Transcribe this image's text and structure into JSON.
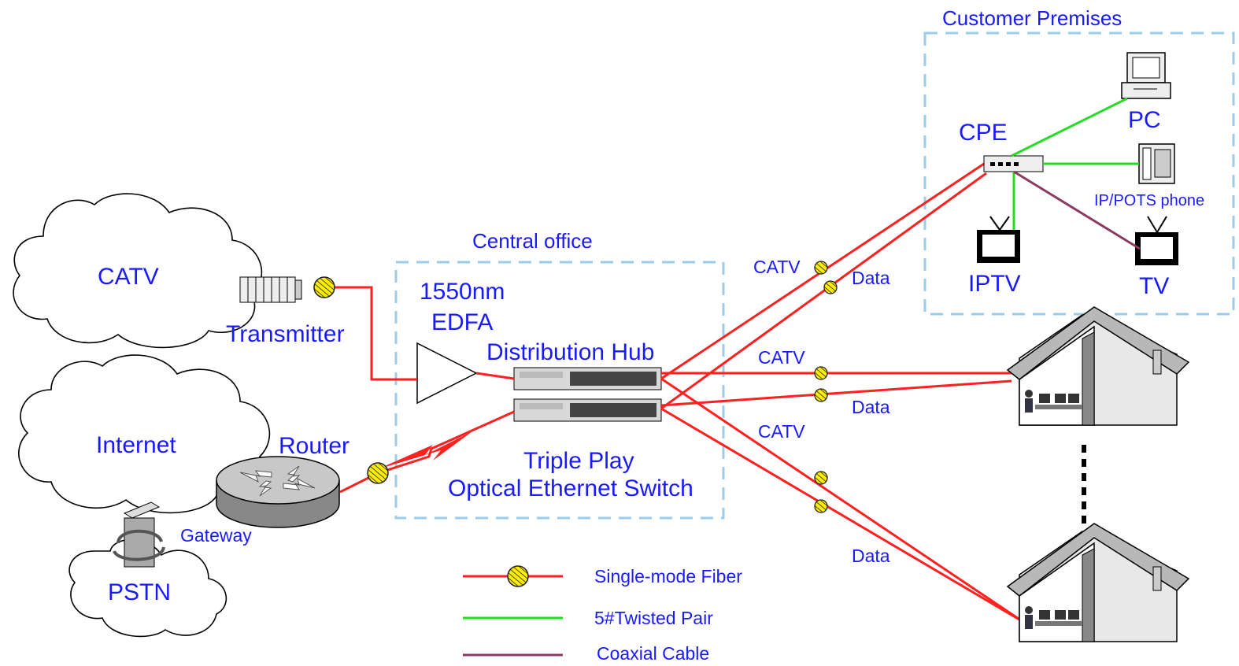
{
  "labels": {
    "customer_premises": "Customer Premises",
    "central_office": "Central office",
    "cpe": "CPE",
    "pc": "PC",
    "phone": "IP/POTS phone",
    "iptv": "IPTV",
    "tv": "TV",
    "catv_cloud": "CATV",
    "transmitter": "Transmitter",
    "internet_cloud": "Internet",
    "router": "Router",
    "gateway": "Gateway",
    "pstn_cloud": "PSTN",
    "edfa_line1": "1550nm",
    "edfa_line2": "EDFA",
    "distribution_hub": "Distribution Hub",
    "switch_line1": "Triple Play",
    "switch_line2": "Optical Ethernet Switch",
    "catv_1": "CATV",
    "data_1": "Data",
    "catv_2": "CATV",
    "data_2": "Data",
    "catv_3": "CATV",
    "data_3": "Data"
  },
  "legend": [
    {
      "label": "Single-mode Fiber",
      "color": "#ff2020"
    },
    {
      "label": "5#Twisted Pair",
      "color": "#22dd22"
    },
    {
      "label": "Coaxial Cable",
      "color": "#8b3a62"
    }
  ],
  "colors": {
    "text": "#1a1aff",
    "fiber": "#ff2020",
    "twisted_pair": "#22dd22",
    "coax": "#8b3a62",
    "dashed_box": "#99ccee",
    "connector": "#ffee00"
  }
}
